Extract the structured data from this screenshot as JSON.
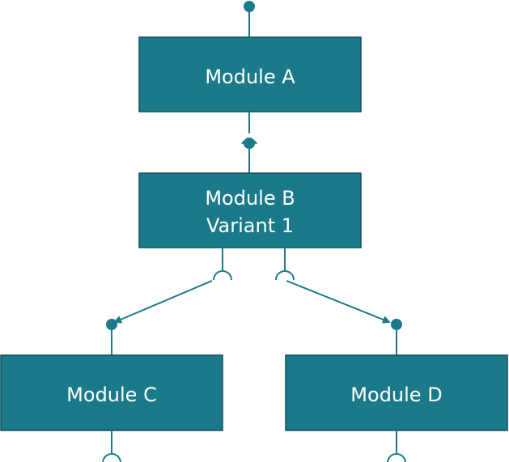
{
  "modules": {
    "a": {
      "label": "Module A"
    },
    "b": {
      "line1": "Module B",
      "line2": "Variant 1"
    },
    "c": {
      "label": "Module C"
    },
    "d": {
      "label": "Module D"
    }
  },
  "colors": {
    "module_fill": "#1b7a8a",
    "module_border": "#0f4f5a",
    "connector": "#1b7a8a",
    "text": "#ffffff"
  }
}
